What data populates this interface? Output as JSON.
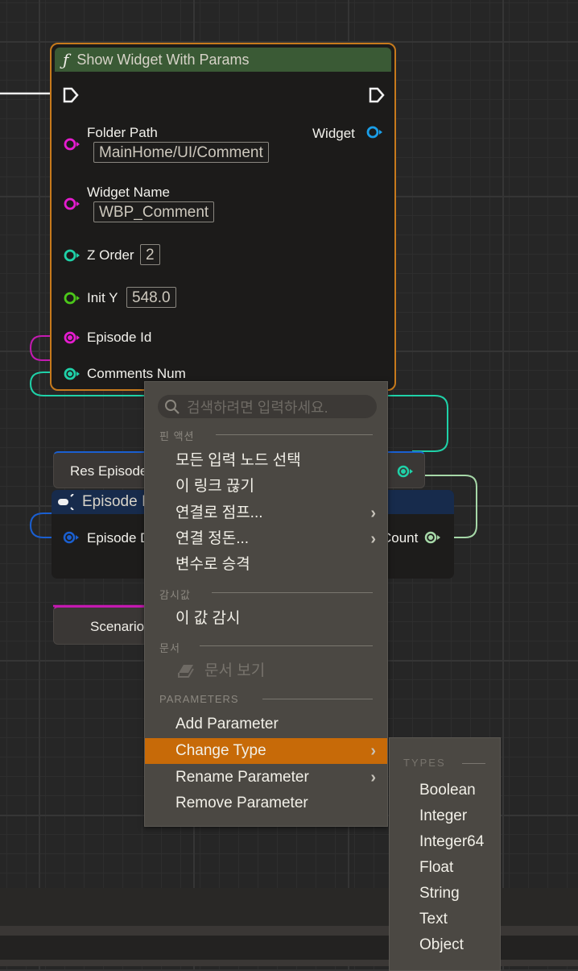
{
  "graph": {
    "main_node": {
      "title": "Show Widget With Params",
      "icon": "function-icon",
      "header_color": "#3a5a35",
      "border_color": "#c77a1c",
      "output_pin": {
        "label": "Widget",
        "color": "#1a9ee8"
      },
      "input_pins": [
        {
          "label": "Folder Path",
          "value": "MainHome/UI/Comment",
          "color": "#e51ccf"
        },
        {
          "label": "Widget Name",
          "value": "WBP_Comment",
          "color": "#e51ccf"
        },
        {
          "label": "Z Order",
          "value": "2",
          "color": "#1fd1a8"
        },
        {
          "label": "Init Y",
          "value": "548.0",
          "color": "#4cc81a"
        },
        {
          "label": "Episode Id",
          "color": "#e51ccf"
        },
        {
          "label": "Comments Num",
          "color": "#1fd1a8"
        }
      ]
    },
    "bg_nodes": {
      "res_episode": {
        "label": "Res Episode"
      },
      "break_node": {
        "title": "Episode I",
        "pin_in": "Episode D",
        "pin_out": "Count"
      },
      "scenario": {
        "label": "Scenario"
      }
    }
  },
  "context_menu": {
    "search_placeholder": "검색하려면 입력하세요.",
    "sections": [
      {
        "title": "핀 액션",
        "items": [
          {
            "label": "모든 입력 노드 선택"
          },
          {
            "label": "이 링크 끊기"
          },
          {
            "label": "연결로 점프...",
            "submenu": true
          },
          {
            "label": "연결 정돈...",
            "submenu": true
          },
          {
            "label": "변수로 승격"
          }
        ]
      },
      {
        "title": "감시값",
        "items": [
          {
            "label": "이 값 감시"
          }
        ]
      },
      {
        "title": "문서",
        "items": [
          {
            "label": "문서 보기",
            "disabled": true,
            "icon": "book-icon"
          }
        ]
      },
      {
        "title": "PARAMETERS",
        "items": [
          {
            "label": "Add Parameter"
          },
          {
            "label": "Change Type",
            "submenu": true,
            "highlighted": true
          },
          {
            "label": "Rename Parameter",
            "submenu": true
          },
          {
            "label": "Remove Parameter"
          }
        ]
      }
    ],
    "highlight_color": "#c76a08"
  },
  "types_submenu": {
    "title": "TYPES",
    "items": [
      "Boolean",
      "Integer",
      "Integer64",
      "Float",
      "String",
      "Text",
      "Object"
    ]
  }
}
